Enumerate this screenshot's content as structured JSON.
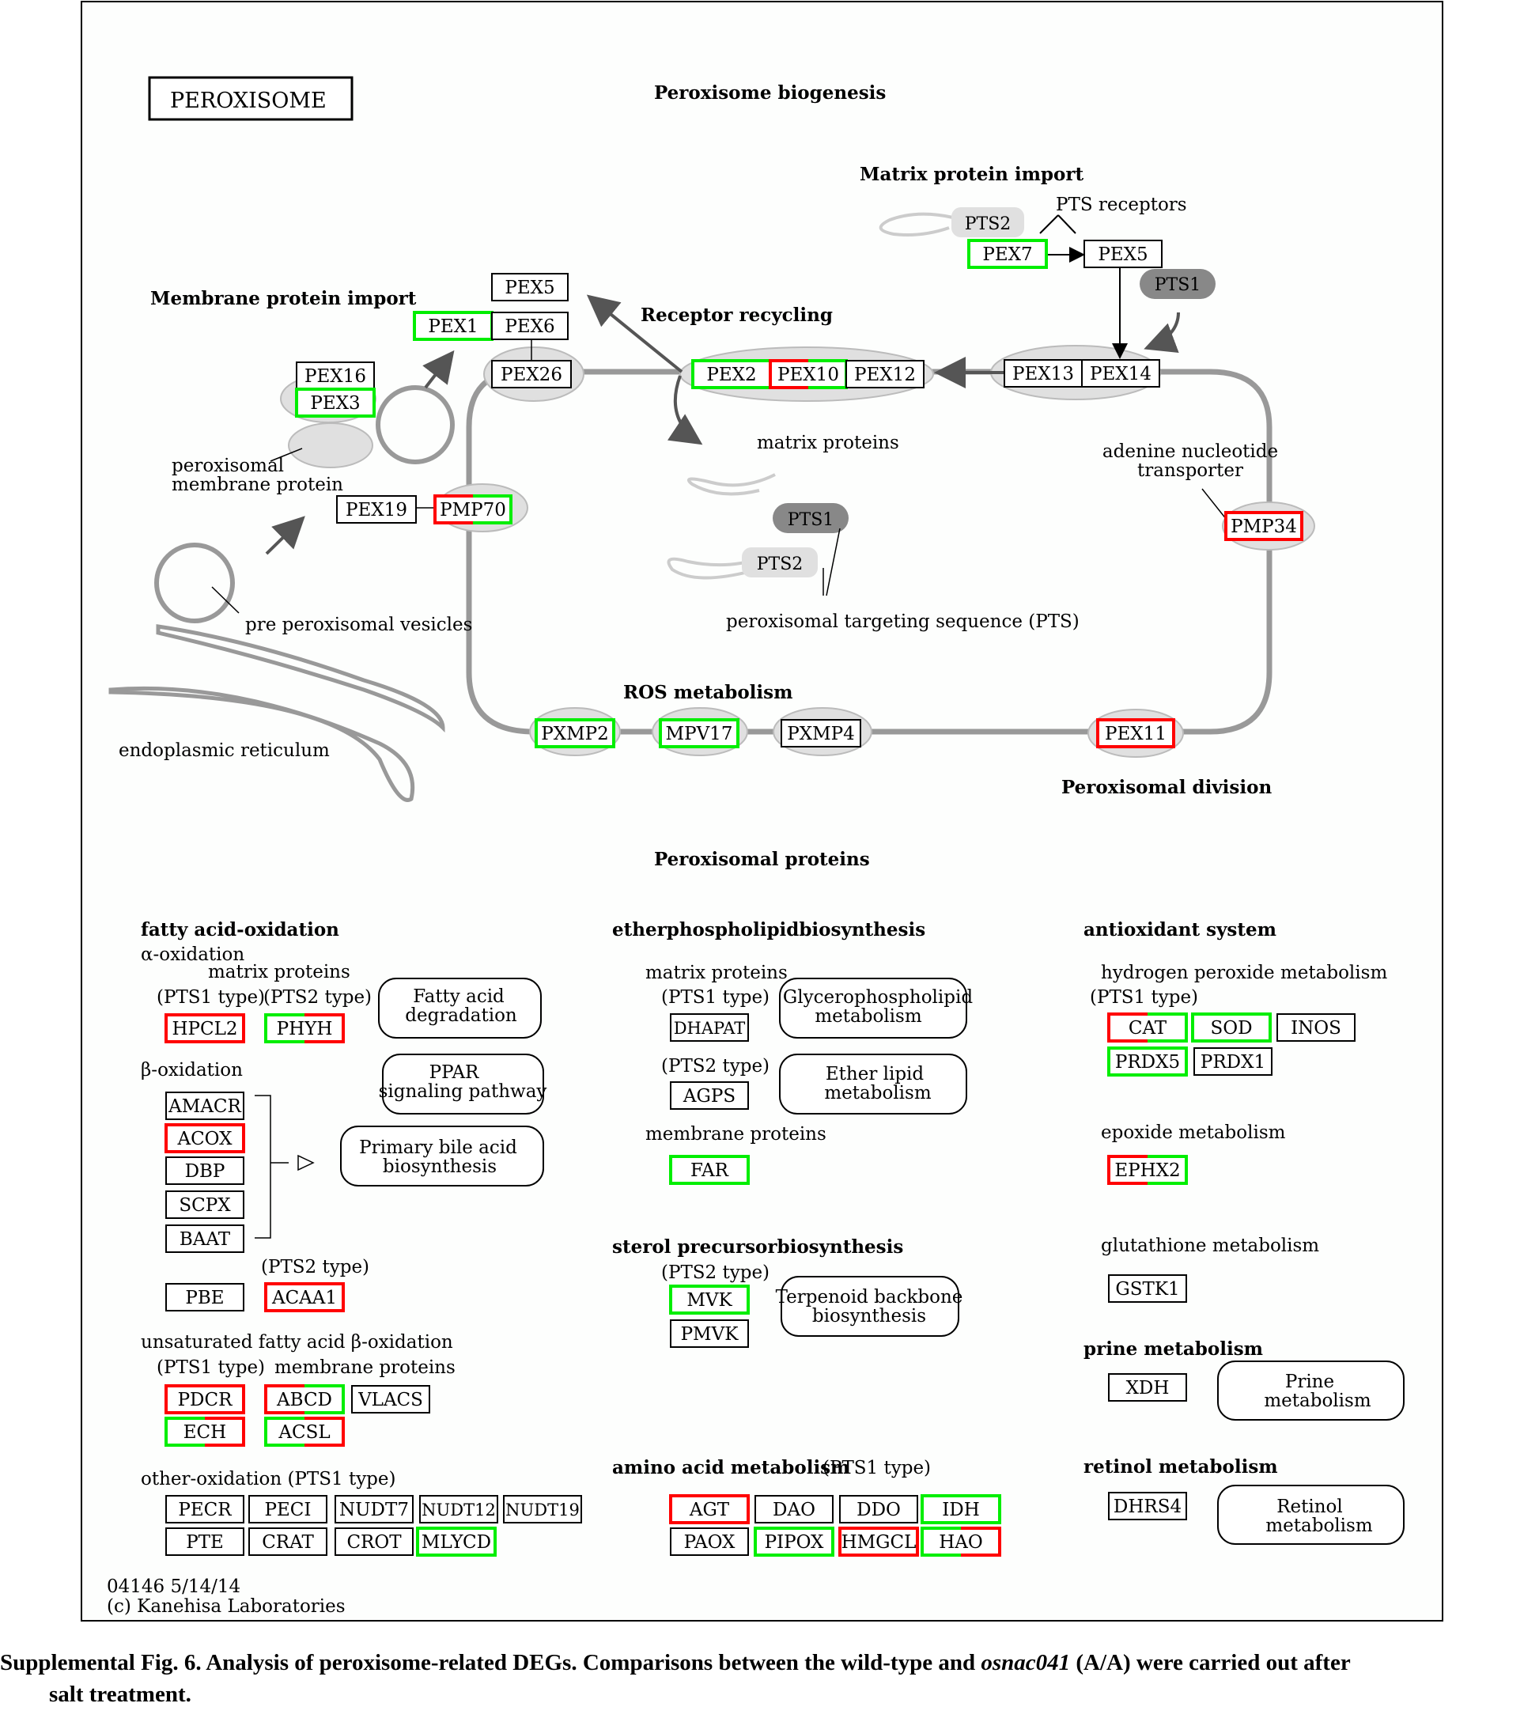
{
  "title": "PEROXISOME",
  "sections": {
    "biogenesis": "Peroxisome biogenesis",
    "matrix_import": "Matrix protein import",
    "membrane_import": "Membrane protein import",
    "receptor_recycling": "Receptor recycling",
    "ros": "ROS metabolism",
    "division": "Peroxisomal division",
    "proteins": "Peroxisomal proteins"
  },
  "labels": {
    "pts_receptors": "PTS receptors",
    "matrix_proteins": "matrix proteins",
    "adenine_1": "adenine nucleotide",
    "adenine_2": "transporter",
    "pmp_1": "peroxisomal",
    "pmp_2": "membrane protein",
    "vesicles": "pre peroxisomal vesicles",
    "er": "endoplasmic reticulum",
    "pts_seq": "peroxisomal targeting sequence (PTS)",
    "pts1": "PTS1",
    "pts2": "PTS2"
  },
  "legend_colors": {
    "red": "#ff0000",
    "green": "#00ee00",
    "membrane": "#999999",
    "node_fill": "#e0e0e0",
    "pts1_fill": "#888888"
  },
  "pathway_genes": {
    "PEX5a": {
      "label": "PEX5",
      "status": "none"
    },
    "PEX1": {
      "label": "PEX1",
      "status": "green"
    },
    "PEX6": {
      "label": "PEX6",
      "status": "none"
    },
    "PEX26": {
      "label": "PEX26",
      "status": "none"
    },
    "PEX16": {
      "label": "PEX16",
      "status": "none"
    },
    "PEX3": {
      "label": "PEX3",
      "status": "green"
    },
    "PEX19": {
      "label": "PEX19",
      "status": "none"
    },
    "PMP70": {
      "label": "PMP70",
      "status": "redgreen"
    },
    "PEX2": {
      "label": "PEX2",
      "status": "green"
    },
    "PEX10": {
      "label": "PEX10",
      "status": "redgreen"
    },
    "PEX12": {
      "label": "PEX12",
      "status": "none"
    },
    "PEX13": {
      "label": "PEX13",
      "status": "none"
    },
    "PEX14": {
      "label": "PEX14",
      "status": "none"
    },
    "PEX7": {
      "label": "PEX7",
      "status": "green"
    },
    "PEX5b": {
      "label": "PEX5",
      "status": "none"
    },
    "PMP34": {
      "label": "PMP34",
      "status": "red"
    },
    "PEX11": {
      "label": "PEX11",
      "status": "red"
    },
    "PXMP2": {
      "label": "PXMP2",
      "status": "green"
    },
    "MPV17": {
      "label": "MPV17",
      "status": "green"
    },
    "PXMP4": {
      "label": "PXMP4",
      "status": "none"
    }
  },
  "fatty_acid": {
    "title": "fatty acid-oxidation",
    "alpha": "α-oxidation",
    "matrix_proteins": "matrix proteins",
    "pts1_type": "(PTS1 type)",
    "pts2_type": "(PTS2 type)",
    "beta": "β-oxidation",
    "pts2_type_b": "(PTS2 type)",
    "unsat": "unsaturated fatty acid β-oxidation",
    "pts1_type_b": "(PTS1 type)",
    "membrane_proteins": "membrane proteins",
    "other": "other-oxidation (PTS1 type)",
    "genes": {
      "HPCL2": {
        "label": "HPCL2",
        "status": "red"
      },
      "PHYH": {
        "label": "PHYH",
        "status": "greenred"
      },
      "AMACR": {
        "label": "AMACR",
        "status": "none"
      },
      "ACOX": {
        "label": "ACOX",
        "status": "red"
      },
      "DBP": {
        "label": "DBP",
        "status": "none"
      },
      "SCPX": {
        "label": "SCPX",
        "status": "none"
      },
      "BAAT": {
        "label": "BAAT",
        "status": "none"
      },
      "PBE": {
        "label": "PBE",
        "status": "none"
      },
      "ACAA1": {
        "label": "ACAA1",
        "status": "red"
      },
      "PDCR": {
        "label": "PDCR",
        "status": "red"
      },
      "ECH": {
        "label": "ECH",
        "status": "greenred"
      },
      "ABCD": {
        "label": "ABCD",
        "status": "redgreen"
      },
      "VLACS": {
        "label": "VLACS",
        "status": "none"
      },
      "ACSL": {
        "label": "ACSL",
        "status": "greenred"
      },
      "PECR": {
        "label": "PECR",
        "status": "none"
      },
      "PECI": {
        "label": "PECI",
        "status": "none"
      },
      "NUDT7": {
        "label": "NUDT7",
        "status": "none"
      },
      "NUDT12": {
        "label": "NUDT12",
        "status": "none"
      },
      "NUDT19": {
        "label": "NUDT19",
        "status": "none"
      },
      "PTE": {
        "label": "PTE",
        "status": "none"
      },
      "CRAT": {
        "label": "CRAT",
        "status": "none"
      },
      "CROT": {
        "label": "CROT",
        "status": "none"
      },
      "MLYCD": {
        "label": "MLYCD",
        "status": "green"
      }
    },
    "maps": {
      "fad_1": "Fatty acid",
      "fad_2": "degradation",
      "ppar_1": "PPAR",
      "ppar_2": "signaling pathway",
      "bile_1": "Primary bile acid",
      "bile_2": "biosynthesis"
    }
  },
  "ether": {
    "title": "etherphospholipidbiosynthesis",
    "matrix_proteins": "matrix proteins",
    "pts1_type": "(PTS1 type)",
    "pts2_type": "(PTS2 type)",
    "membrane_proteins": "membrane proteins",
    "genes": {
      "DHAPAT": {
        "label": "DHAPAT",
        "status": "none"
      },
      "AGPS": {
        "label": "AGPS",
        "status": "none"
      },
      "FAR": {
        "label": "FAR",
        "status": "green"
      }
    },
    "maps": {
      "glyc_1": "Glycerophospholipid",
      "glyc_2": "metabolism",
      "ether_1": "Ether lipid",
      "ether_2": "metabolism"
    }
  },
  "sterol": {
    "title": "sterol precursorbiosynthesis",
    "pts2_type": "(PTS2 type)",
    "genes": {
      "MVK": {
        "label": "MVK",
        "status": "green"
      },
      "PMVK": {
        "label": "PMVK",
        "status": "none"
      }
    },
    "maps": {
      "terp_1": "Terpenoid backbone",
      "terp_2": "biosynthesis"
    }
  },
  "amino": {
    "title": "amino acid metabolism",
    "subtitle": "(PTS1 type)",
    "genes": {
      "AGT": {
        "label": "AGT",
        "status": "red"
      },
      "DAO": {
        "label": "DAO",
        "status": "none"
      },
      "DDO": {
        "label": "DDO",
        "status": "none"
      },
      "IDH": {
        "label": "IDH",
        "status": "green"
      },
      "PAOX": {
        "label": "PAOX",
        "status": "none"
      },
      "PIPOX": {
        "label": "PIPOX",
        "status": "green"
      },
      "HMGCL": {
        "label": "HMGCL",
        "status": "red"
      },
      "HAO": {
        "label": "HAO",
        "status": "greenred"
      }
    }
  },
  "antioxidant": {
    "title": "antioxidant system",
    "h2o2": "hydrogen peroxide metabolism",
    "pts1_type": "(PTS1 type)",
    "epoxide": "epoxide metabolism",
    "glutathione": "glutathione metabolism",
    "genes": {
      "CAT": {
        "label": "CAT",
        "status": "redgreen"
      },
      "SOD": {
        "label": "SOD",
        "status": "green"
      },
      "INOS": {
        "label": "INOS",
        "status": "none"
      },
      "PRDX5": {
        "label": "PRDX5",
        "status": "green"
      },
      "PRDX1": {
        "label": "PRDX1",
        "status": "none"
      },
      "EPHX2": {
        "label": "EPHX2",
        "status": "redgreen"
      },
      "GSTK1": {
        "label": "GSTK1",
        "status": "none"
      }
    }
  },
  "purine": {
    "title": "prine metabolism",
    "genes": {
      "XDH": {
        "label": "XDH",
        "status": "none"
      }
    },
    "maps": {
      "prine_1": "Prine",
      "prine_2": "metabolism"
    }
  },
  "retinol": {
    "title": "retinol metabolism",
    "genes": {
      "DHRS4": {
        "label": "DHRS4",
        "status": "none"
      }
    },
    "maps": {
      "ret_1": "Retinol",
      "ret_2": "metabolism"
    }
  },
  "footer": {
    "line1": "04146 5/14/14",
    "line2": "(c) Kanehisa Laboratories"
  },
  "caption": {
    "part1": "Supplemental Fig. 6. Analysis of peroxisome-related DEGs. Comparisons between the wild-type and ",
    "italic": "osnac041",
    "part2": " (A/A) were carried out after",
    "line2": "salt treatment."
  }
}
